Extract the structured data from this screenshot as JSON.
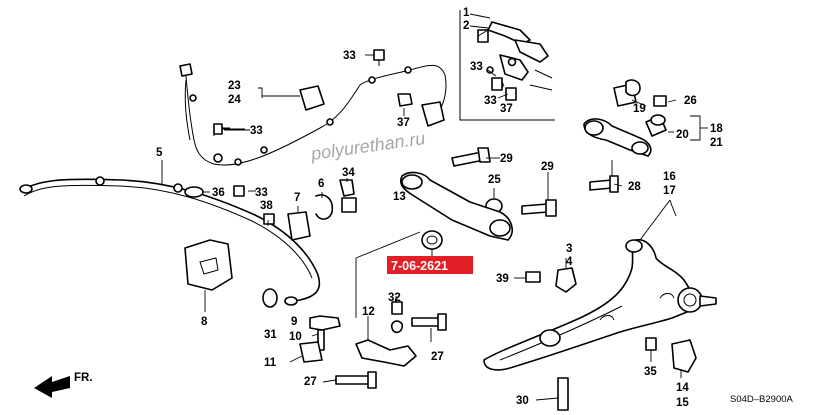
{
  "labels": {
    "n1": "1",
    "n2": "2",
    "n3": "3",
    "n4": "4",
    "n5": "5",
    "n6": "6",
    "n7": "7",
    "n8": "8",
    "n9": "9",
    "n10": "10",
    "n11": "11",
    "n12": "12",
    "n13": "13",
    "n14": "14",
    "n15": "15",
    "n16": "16",
    "n17": "17",
    "n18": "18",
    "n19": "19",
    "n20": "20",
    "n21": "21",
    "n23": "23",
    "n24": "24",
    "n25": "25",
    "n26": "26",
    "n27a": "27",
    "n27b": "27",
    "n28": "28",
    "n29a": "29",
    "n29b": "29",
    "n30": "30",
    "n31": "31",
    "n32": "32",
    "n33a": "33",
    "n33b": "33",
    "n33c": "33",
    "n33d": "33",
    "n33e": "33",
    "n34": "34",
    "n35": "35",
    "n36": "36",
    "n37a": "37",
    "n37b": "37",
    "n38": "38",
    "n39": "39"
  },
  "highlight": {
    "part_number": "7-06-2621",
    "background": "#e41e26",
    "text_color": "#ffffff"
  },
  "watermark": "polyurethan.ru",
  "direction_label": "FR.",
  "diagram_code": "S04D–B2900A"
}
